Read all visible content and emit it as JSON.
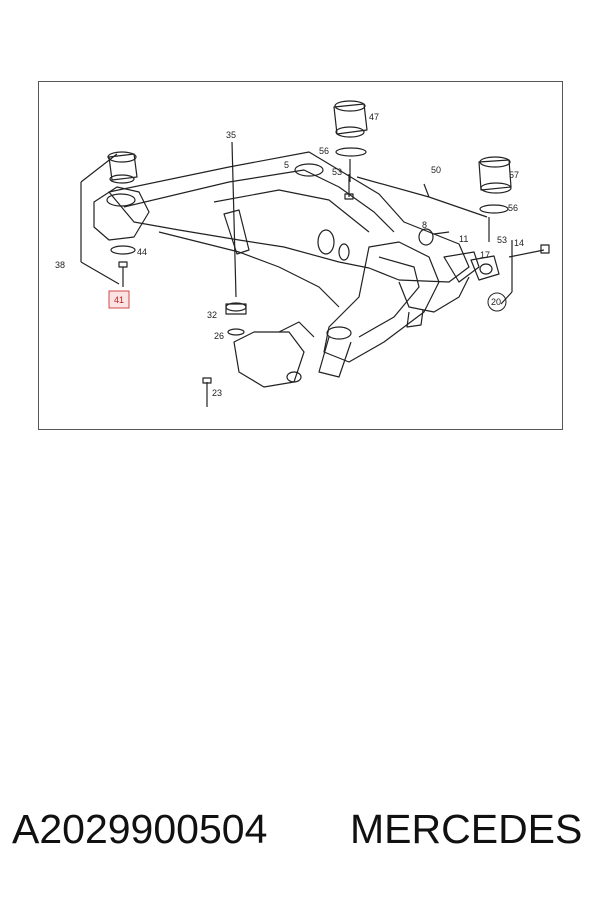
{
  "diagram": {
    "callouts": {
      "c47": "47",
      "c56a": "56",
      "c35": "35",
      "c5": "5",
      "c53a": "53",
      "c50": "50",
      "c57": "57",
      "c56b": "56",
      "c8": "8",
      "c11": "11",
      "c53b": "53",
      "c14": "14",
      "c38": "38",
      "c44": "44",
      "c41": "41",
      "c17": "17",
      "c20": "20",
      "c32": "32",
      "c26": "26",
      "c23": "23"
    },
    "highlight_color": "#d34848"
  },
  "caption": {
    "part_number": "A2029900504",
    "brand": "MERCEDES"
  }
}
